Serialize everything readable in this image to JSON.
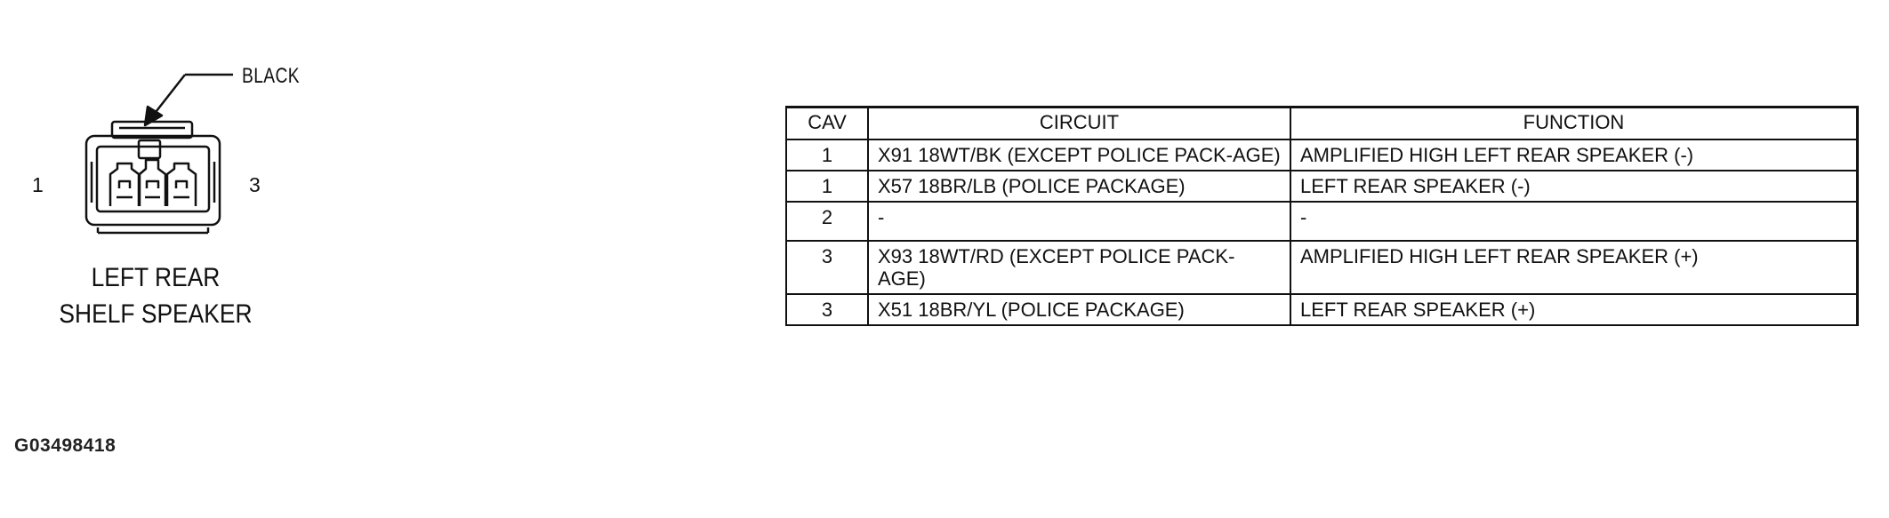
{
  "connector": {
    "color_label": "BLACK",
    "pin_left_label": "1",
    "pin_right_label": "3",
    "name_line1": "LEFT REAR",
    "name_line2": "SHELF SPEAKER"
  },
  "figure_id": "G03498418",
  "table": {
    "headers": [
      "CAV",
      "CIRCUIT",
      "FUNCTION"
    ],
    "rows": [
      {
        "cav": "1",
        "circuit": "X91 18WT/BK (EXCEPT POLICE PACK-AGE)",
        "function": "AMPLIFIED HIGH LEFT REAR SPEAKER (-)"
      },
      {
        "cav": "1",
        "circuit": "X57 18BR/LB (POLICE PACKAGE)",
        "function": "LEFT REAR SPEAKER (-)"
      },
      {
        "cav": "2",
        "circuit": "-",
        "function": "-"
      },
      {
        "cav": "3",
        "circuit": "X93 18WT/RD (EXCEPT POLICE PACK-AGE)",
        "function": "AMPLIFIED HIGH LEFT REAR SPEAKER (+)"
      },
      {
        "cav": "3",
        "circuit": "X51 18BR/YL (POLICE PACKAGE)",
        "function": "LEFT REAR SPEAKER (+)"
      }
    ]
  }
}
